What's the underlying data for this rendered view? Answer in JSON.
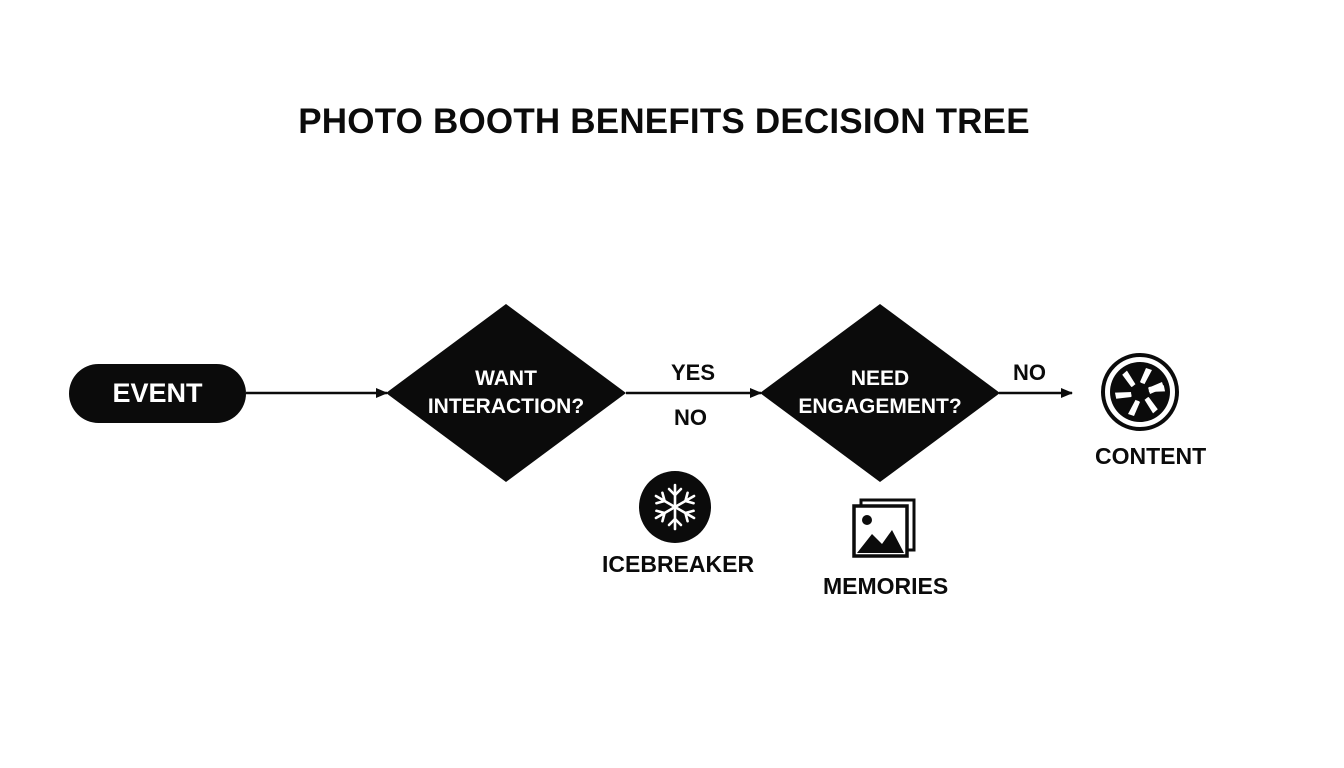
{
  "title": "PHOTO BOOTH BENEFITS DECISION TREE",
  "nodes": {
    "start": "EVENT",
    "decision_1": {
      "line1": "WANT",
      "line2": "INTERACTION?"
    },
    "decision_2": {
      "line1": "NEED",
      "line2": "ENGAGEMENT?"
    }
  },
  "edges": {
    "yes_label": "YES",
    "no_label_1": "NO",
    "no_label_2": "NO"
  },
  "outcomes": {
    "icebreaker": {
      "label": "ICEBREAKER",
      "icon": "snowflake-icon"
    },
    "memories": {
      "label": "MEMORIES",
      "icon": "photo-gallery-icon"
    },
    "content": {
      "label": "CONTENT",
      "icon": "camera-aperture-icon"
    }
  },
  "colors": {
    "ink": "#0b0b0b",
    "background": "#ffffff"
  }
}
